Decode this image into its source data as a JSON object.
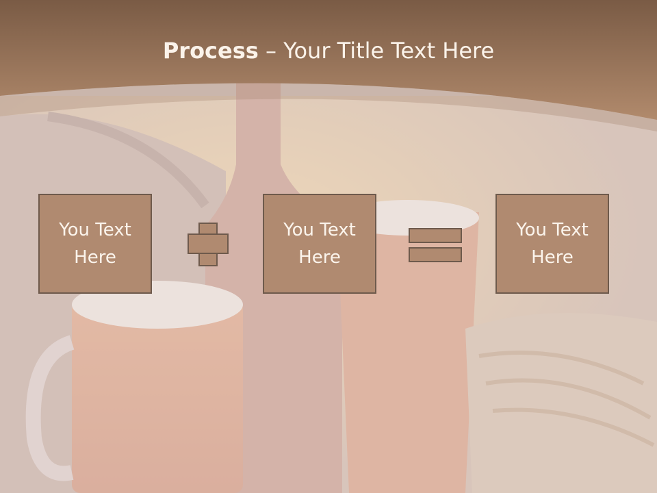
{
  "slide": {
    "title_bold": "Process",
    "title_rest": " – Your Title Text Here"
  },
  "process": {
    "box1": "You Text Here",
    "box2": "You Text Here",
    "box3": "You Text Here"
  },
  "icons": {
    "operator1": "plus-icon",
    "operator2": "equals-icon"
  },
  "colors": {
    "header_brown": "#9a7356",
    "box_fill": "#b08a70",
    "box_border": "#6e5a4c",
    "text_light": "#fbf4ec"
  }
}
